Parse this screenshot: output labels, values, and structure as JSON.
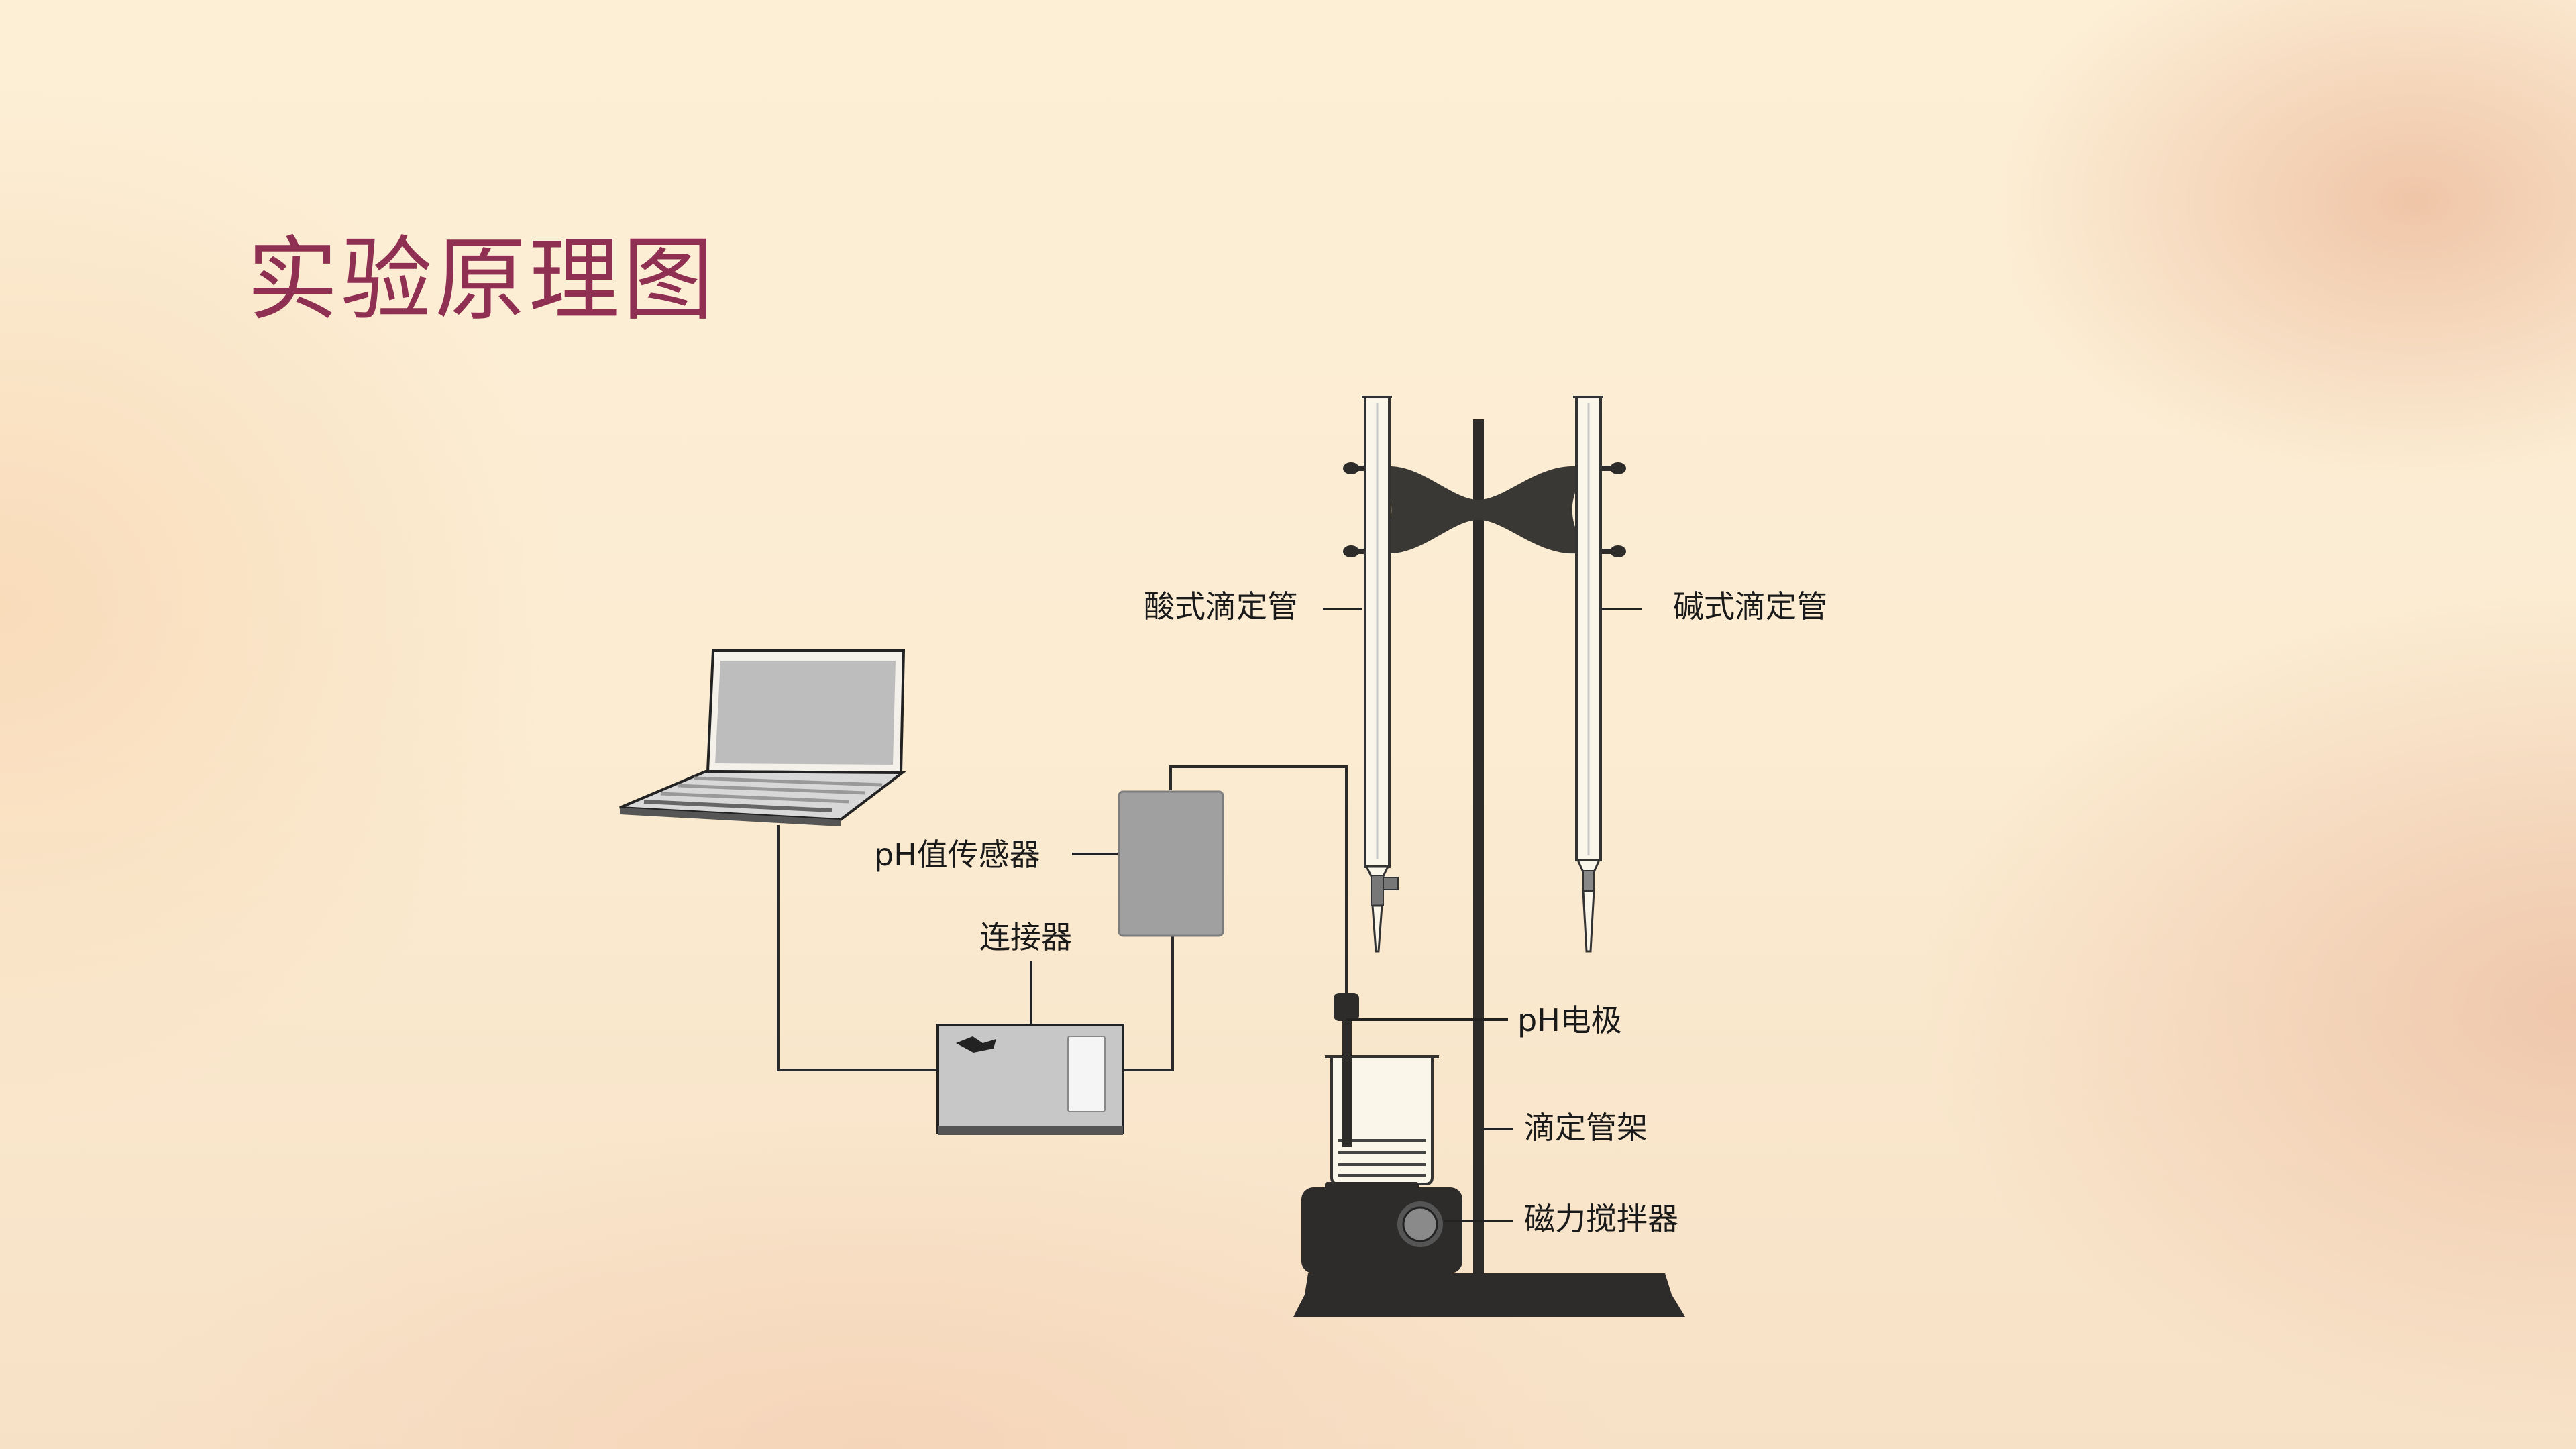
{
  "title": "实验原理图",
  "labels": {
    "acid_burette": "酸式滴定管",
    "base_burette": "碱式滴定管",
    "ph_sensor": "pH值传感器",
    "connector": "连接器",
    "ph_electrode": "pH电极",
    "burette_stand": "滴定管架",
    "magnetic_stirrer": "磁力搅拌器"
  },
  "colors": {
    "title": "#8f2f52",
    "dark": "#2f2d2b",
    "gray": "#999999",
    "light_gray": "#c8c8c8"
  }
}
